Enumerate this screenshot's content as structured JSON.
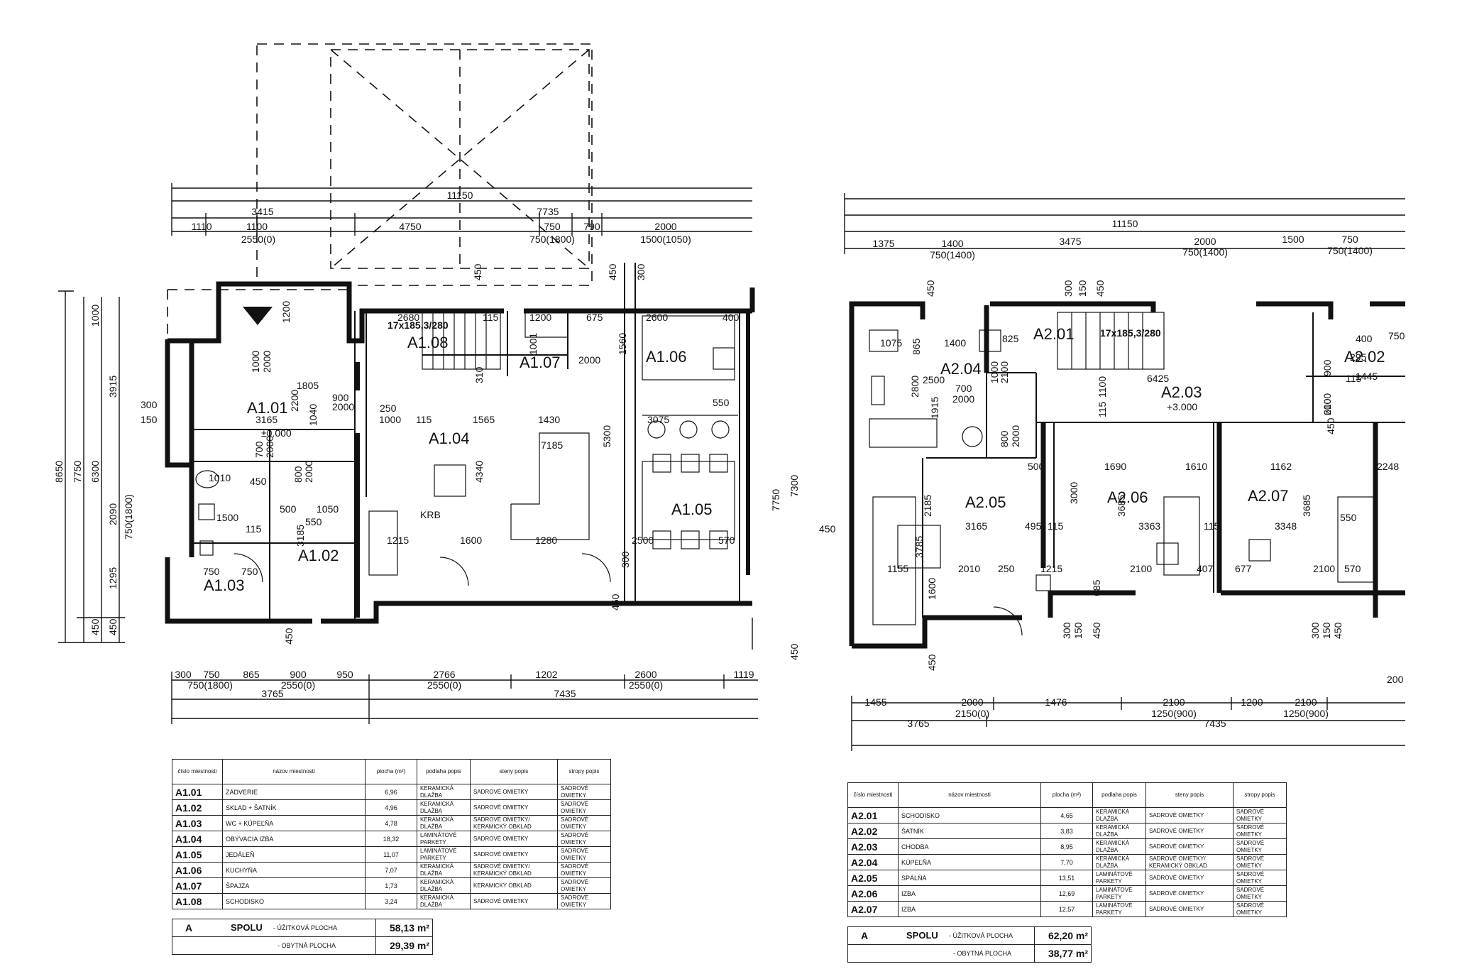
{
  "left_plan": {
    "dims_top": {
      "total": "11150",
      "row2": [
        "3415",
        "7735"
      ],
      "row3": [
        "1110",
        "1100",
        "4750",
        "750",
        "790",
        "2000"
      ],
      "row3_sub": [
        "2550(0)",
        "750(1800)",
        "1500(1050)"
      ]
    },
    "dims_vert_top": [
      "450",
      "1200",
      "450",
      "300"
    ],
    "dims_left": [
      "8650",
      "7750",
      "6300",
      "3915",
      "1000",
      "2090",
      "750(1800)",
      "1295",
      "450",
      "450"
    ],
    "dims_right": [
      "7750",
      "7300",
      "450"
    ],
    "dims_bottom": {
      "row1": [
        "300",
        "750",
        "865",
        "900",
        "950",
        "2766",
        "1202",
        "2600",
        "1119"
      ],
      "row1_sub": [
        "750(1800)",
        "2550(0)",
        "2550(0)",
        "2550(0)"
      ],
      "row2": [
        "3765",
        "7435"
      ]
    },
    "rooms": [
      "A1.01",
      "A1.02",
      "A1.03",
      "A1.04",
      "A1.05",
      "A1.06",
      "A1.07",
      "A1.08"
    ],
    "stair": "17x185,3/280",
    "level": "±0.000",
    "krb": "KRB",
    "inner_dims": [
      "2680",
      "115",
      "1200",
      "675",
      "2600",
      "400",
      "1000",
      "2000",
      "1805",
      "900",
      "2000",
      "250",
      "1000",
      "115",
      "1565",
      "1430",
      "3165",
      "300",
      "150",
      "2200",
      "1040",
      "5300",
      "4340",
      "3075",
      "550",
      "7185",
      "700",
      "2000",
      "800",
      "2000",
      "1010",
      "450",
      "1500",
      "500",
      "1050",
      "550",
      "115",
      "3185",
      "1215",
      "1600",
      "1280",
      "2500",
      "570",
      "750",
      "750",
      "300",
      "450",
      "310",
      "2000",
      "1560",
      "1001",
      "450"
    ]
  },
  "right_plan": {
    "dims_top": {
      "total": "11150",
      "row2": [
        "1375",
        "1400",
        "3475",
        "2000",
        "1500",
        "750"
      ],
      "row2_sub": [
        "750(1400)",
        "750(1400)",
        "750(1400)"
      ]
    },
    "dims_vert_top": [
      "450",
      "300",
      "150",
      "450"
    ],
    "dims_bottom": {
      "row1": [
        "1455",
        "2000",
        "1476",
        "2100",
        "1200",
        "2100"
      ],
      "row1_sub": [
        "2150(0)",
        "1250(900)",
        "1250(900)"
      ],
      "row2": [
        "3765",
        "7435"
      ]
    },
    "dims_side": [
      "450",
      "450",
      "200"
    ],
    "rooms": [
      "A2.01",
      "A2.02",
      "A2.03",
      "A2.04",
      "A2.05",
      "A2.06",
      "A2.07"
    ],
    "stair": "17x185,3/280",
    "level": "+3.000",
    "inner_dims": [
      "1075",
      "865",
      "1400",
      "825",
      "2500",
      "2800",
      "700",
      "2000",
      "1915",
      "1000",
      "2100",
      "1100",
      "115",
      "6425",
      "115",
      "295",
      "750",
      "400",
      "1445",
      "900",
      "600",
      "2100",
      "800",
      "2000",
      "500",
      "1690",
      "1610",
      "1162",
      "2248",
      "2185",
      "3785",
      "3165",
      "495",
      "115",
      "3363",
      "115",
      "3348",
      "3685",
      "3000",
      "3685",
      "1155",
      "2010",
      "250",
      "1215",
      "2100",
      "407",
      "677",
      "2100",
      "570",
      "550",
      "1600",
      "685",
      "300",
      "150",
      "450",
      "300",
      "150",
      "450",
      "450"
    ]
  },
  "table_headers": [
    "číslo miestnosti",
    "názov miestnosti",
    "plocha (m²)",
    "podlaha popis",
    "steny popis",
    "stropy popis"
  ],
  "table1": {
    "rows": [
      {
        "num": "A1.01",
        "name": "ZÁDVERIE",
        "area": "6,96",
        "floor": "KERAMICKÁ DLAŽBA",
        "walls": "SADROVÉ OMIETKY",
        "ceil": "SADROVÉ OMIETKY"
      },
      {
        "num": "A1.02",
        "name": "SKLAD + ŠATNÍK",
        "area": "4,96",
        "floor": "KERAMICKÁ DLAŽBA",
        "walls": "SADROVÉ OMIETKY",
        "ceil": "SADROVÉ OMIETKY"
      },
      {
        "num": "A1.03",
        "name": "WC + KÚPEĽŇA",
        "area": "4,78",
        "floor": "KERAMICKÁ DLAŽBA",
        "walls": "SADROVÉ OMIETKY/ KERAMICKÝ OBKLAD",
        "ceil": "SADROVÉ OMIETKY"
      },
      {
        "num": "A1.04",
        "name": "OBÝVACIA IZBA",
        "area": "18,32",
        "floor": "LAMINÁTOVÉ PARKETY",
        "walls": "SADROVÉ OMIETKY",
        "ceil": "SADROVÉ OMIETKY"
      },
      {
        "num": "A1.05",
        "name": "JEDÁLEŇ",
        "area": "11,07",
        "floor": "LAMINÁTOVÉ PARKETY",
        "walls": "SADROVÉ OMIETKY",
        "ceil": "SADROVÉ OMIETKY"
      },
      {
        "num": "A1.06",
        "name": "KUCHYŇA",
        "area": "7,07",
        "floor": "KERAMICKÁ DLAŽBA",
        "walls": "SADROVÉ OMIETKY/ KERAMICKÝ OBKLAD",
        "ceil": "SADROVÉ OMIETKY"
      },
      {
        "num": "A1.07",
        "name": "ŠPAJZA",
        "area": "1,73",
        "floor": "KERAMICKÁ DLAŽBA",
        "walls": "KERAMICKÝ OBKLAD",
        "ceil": "SADROVÉ OMIETKY"
      },
      {
        "num": "A1.08",
        "name": "SCHODISKO",
        "area": "3,24",
        "floor": "KERAMICKÁ DLAŽBA",
        "walls": "SADROVÉ OMIETKY",
        "ceil": "SADROVÉ OMIETKY"
      }
    ],
    "summary": {
      "code": "A",
      "spolu": "SPOLU",
      "label1": "- ÚŽITKOVÁ PLOCHA",
      "value1": "58,13 m²",
      "label2": "- OBYTNÁ PLOCHA",
      "value2": "29,39 m²"
    }
  },
  "table2": {
    "rows": [
      {
        "num": "A2.01",
        "name": "SCHODISKO",
        "area": "4,65",
        "floor": "KERAMICKÁ DLAŽBA",
        "walls": "SADROVÉ OMIETKY",
        "ceil": "SADROVÉ OMIETKY"
      },
      {
        "num": "A2.02",
        "name": "ŠATNÍK",
        "area": "3,83",
        "floor": "KERAMICKÁ DLAŽBA",
        "walls": "SADROVÉ OMIETKY",
        "ceil": "SADROVÉ OMIETKY"
      },
      {
        "num": "A2.03",
        "name": "CHODBA",
        "area": "8,95",
        "floor": "KERAMICKÁ DLAŽBA",
        "walls": "SADROVÉ OMIETKY",
        "ceil": "SADROVÉ OMIETKY"
      },
      {
        "num": "A2.04",
        "name": "KÚPEĽŇA",
        "area": "7,70",
        "floor": "KERAMICKÁ DLAŽBA",
        "walls": "SADROVÉ OMIETKY/ KERAMICKÝ OBKLAD",
        "ceil": "SADROVÉ OMIETKY"
      },
      {
        "num": "A2.05",
        "name": "SPÁLŇA",
        "area": "13,51",
        "floor": "LAMINÁTOVÉ PARKETY",
        "walls": "SADROVÉ OMIETKY",
        "ceil": "SADROVÉ OMIETKY"
      },
      {
        "num": "A2.06",
        "name": "IZBA",
        "area": "12,69",
        "floor": "LAMINÁTOVÉ PARKETY",
        "walls": "SADROVÉ OMIETKY",
        "ceil": "SADROVÉ OMIETKY"
      },
      {
        "num": "A2.07",
        "name": "IZBA",
        "area": "12,57",
        "floor": "LAMINÁTOVÉ PARKETY",
        "walls": "SADROVÉ OMIETKY",
        "ceil": "SADROVÉ OMIETKY"
      }
    ],
    "summary": {
      "code": "A",
      "spolu": "SPOLU",
      "label1": "- ÚŽITKOVÁ PLOCHA",
      "value1": "62,20 m²",
      "label2": "- OBYTNÁ PLOCHA",
      "value2": "38,77 m²"
    }
  }
}
